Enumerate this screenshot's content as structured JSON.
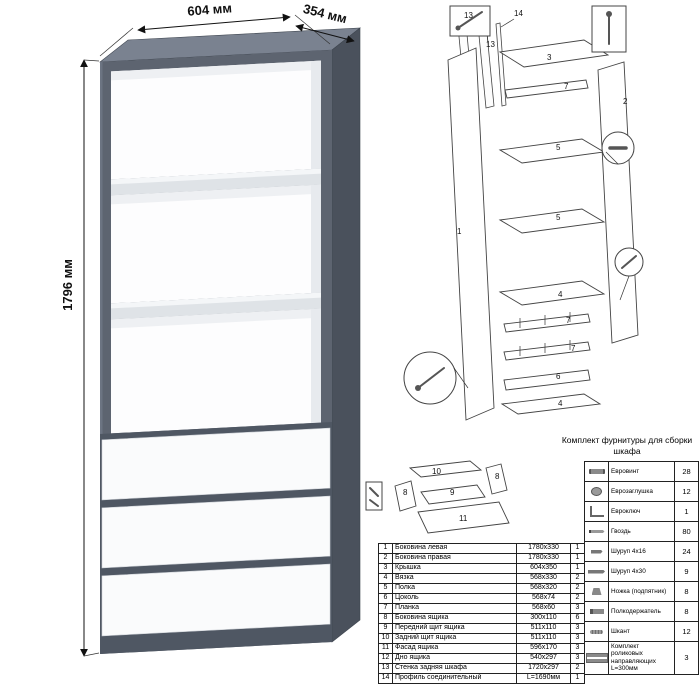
{
  "dimensions": {
    "width_label": "604 мм",
    "depth_label": "354 мм",
    "height_label": "1796 мм"
  },
  "parts_table": {
    "rows": [
      {
        "num": "1",
        "name": "Боковина левая",
        "size": "1780x330",
        "qty": "1"
      },
      {
        "num": "2",
        "name": "Боковина правая",
        "size": "1780x330",
        "qty": "1"
      },
      {
        "num": "3",
        "name": "Крышка",
        "size": "604x350",
        "qty": "1"
      },
      {
        "num": "4",
        "name": "Вязка",
        "size": "568x330",
        "qty": "2"
      },
      {
        "num": "5",
        "name": "Полка",
        "size": "568x320",
        "qty": "2"
      },
      {
        "num": "6",
        "name": "Цоколь",
        "size": "568x74",
        "qty": "2"
      },
      {
        "num": "7",
        "name": "Планка",
        "size": "568x60",
        "qty": "3"
      },
      {
        "num": "8",
        "name": "Боковина ящика",
        "size": "300x110",
        "qty": "6"
      },
      {
        "num": "9",
        "name": "Передний щит ящика",
        "size": "511x110",
        "qty": "3"
      },
      {
        "num": "10",
        "name": "Задний щит ящика",
        "size": "511x110",
        "qty": "3"
      },
      {
        "num": "11",
        "name": "Фасад ящика",
        "size": "596x170",
        "qty": "3"
      },
      {
        "num": "12",
        "name": "Дно ящика",
        "size": "540x297",
        "qty": "3"
      },
      {
        "num": "13",
        "name": "Стенка задняя шкафа",
        "size": "1720x297",
        "qty": "2"
      },
      {
        "num": "14",
        "name": "Профиль соединительный",
        "size": "L=1690мм",
        "qty": "1"
      }
    ]
  },
  "hardware": {
    "title": "Комплект фурнитуры для сборки шкафа",
    "rows": [
      {
        "icon": "euroscrew-icon",
        "name": "Евровинт",
        "qty": "28"
      },
      {
        "icon": "eurocap-icon",
        "name": "Еврозаглушка",
        "qty": "12"
      },
      {
        "icon": "hexkey-icon",
        "name": "Евроключ",
        "qty": "1"
      },
      {
        "icon": "nail-icon",
        "name": "Гвоздь",
        "qty": "80"
      },
      {
        "icon": "screw16-icon",
        "name": "Шуруп 4x16",
        "qty": "24"
      },
      {
        "icon": "screw30-icon",
        "name": "Шуруп 4x30",
        "qty": "9"
      },
      {
        "icon": "foot-icon",
        "name": "Ножка (подпятник)",
        "qty": "8"
      },
      {
        "icon": "shelfpin-icon",
        "name": "Полкодержатель",
        "qty": "8"
      },
      {
        "icon": "dowel-icon",
        "name": "Шкант",
        "qty": "12"
      },
      {
        "icon": "rails-icon",
        "name": "Комплект роликовых направляющих L=300мм",
        "qty": "3"
      }
    ]
  },
  "exploded": {
    "labels": [
      {
        "text": "14"
      },
      {
        "text": "13"
      },
      {
        "text": "13"
      },
      {
        "text": "3"
      },
      {
        "text": "7"
      },
      {
        "text": "2"
      },
      {
        "text": "5"
      },
      {
        "text": "5"
      },
      {
        "text": "1"
      },
      {
        "text": "4"
      },
      {
        "text": "7"
      },
      {
        "text": "7"
      },
      {
        "text": "6"
      },
      {
        "text": "4"
      }
    ]
  },
  "drawer": {
    "labels": [
      {
        "text": "10"
      },
      {
        "text": "8"
      },
      {
        "text": "9"
      },
      {
        "text": "8"
      },
      {
        "text": "11"
      }
    ]
  }
}
